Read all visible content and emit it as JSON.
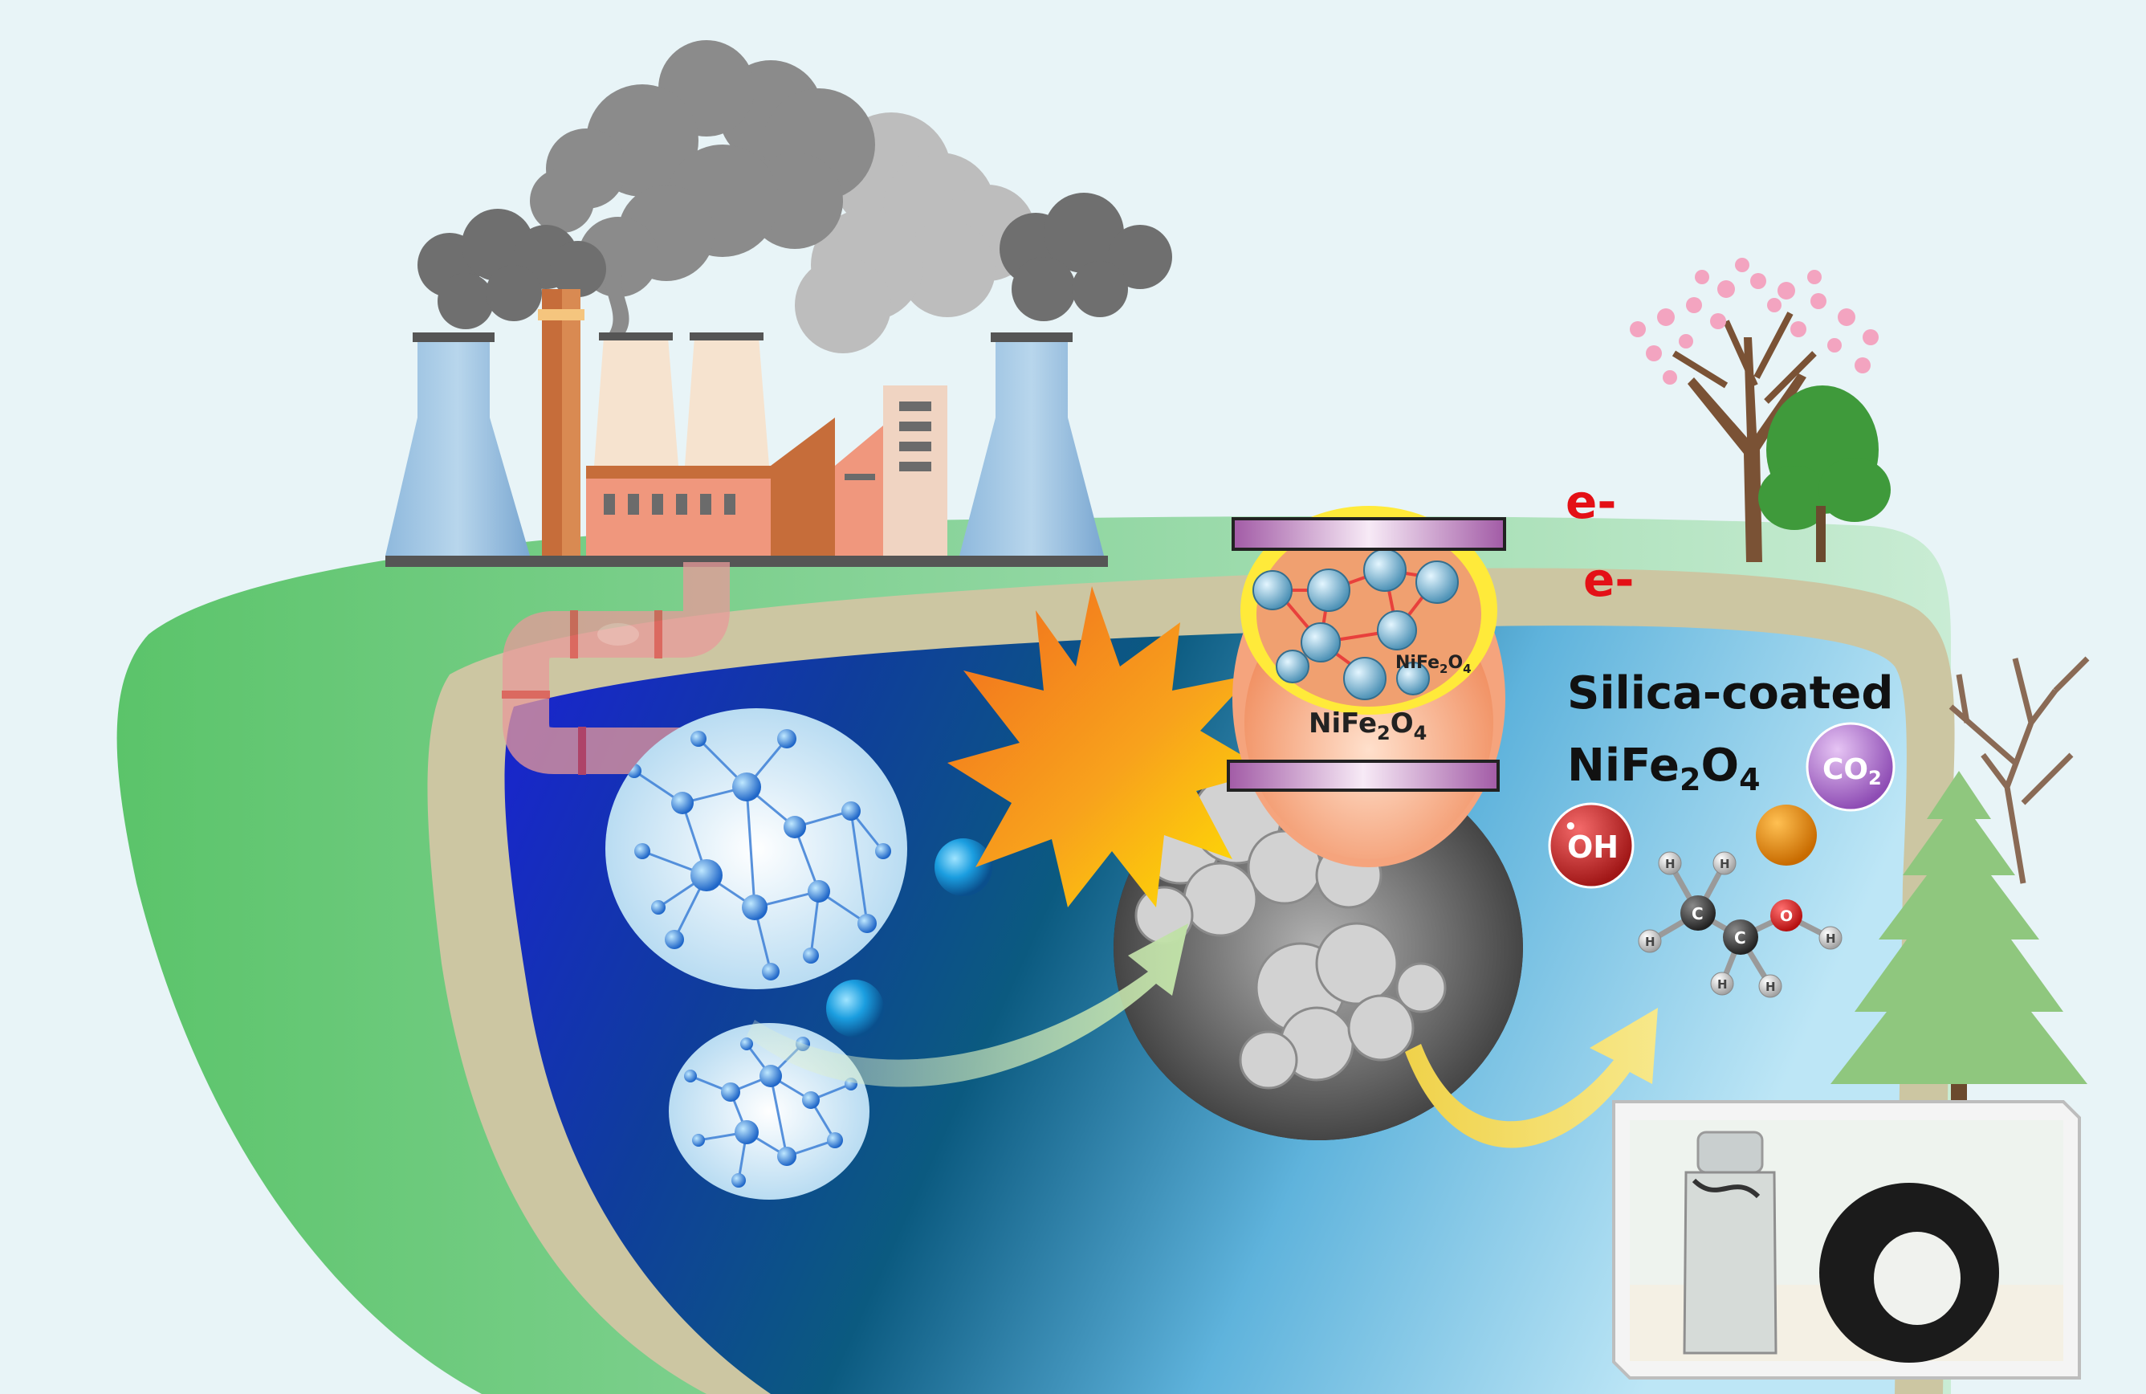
{
  "labels": {
    "electron_1": "e-",
    "electron_2": "e-",
    "catalyst_title_line1": "Silica-coated",
    "catalyst_title_line2_base": "NiFe",
    "sub_2": "2",
    "sub_4": "4",
    "o": "O",
    "core_label_base": "NiFe",
    "core_small_base": "NiFe",
    "hydroxyl_radical": "OH",
    "radical_dot": "•",
    "co2_base": "CO",
    "atom_c": "C",
    "atom_o": "O",
    "atom_h": "H"
  },
  "colors": {
    "background": "#e8f4f7",
    "land_green": "#5bc46a",
    "shore": "#ccc6a2",
    "water_deep": "#1a2fd0",
    "water_mid": "#0b5a80",
    "water_light": "#a9dcf0",
    "smoke": "#7c7c7c",
    "electron_red": "#e41016",
    "explosion_orange": "#f4901e",
    "explosion_yellow": "#ffe600",
    "plate_purple": "#a25ba6",
    "co2_purple": "#a868c4",
    "oh_red": "#c62828",
    "orange_ball": "#e88a0c"
  },
  "icons": [
    "factory-icon",
    "smoke-cloud-icon",
    "pipe-icon",
    "explosion-icon",
    "tree-icon",
    "pine-tree-icon",
    "molecule-icon"
  ]
}
